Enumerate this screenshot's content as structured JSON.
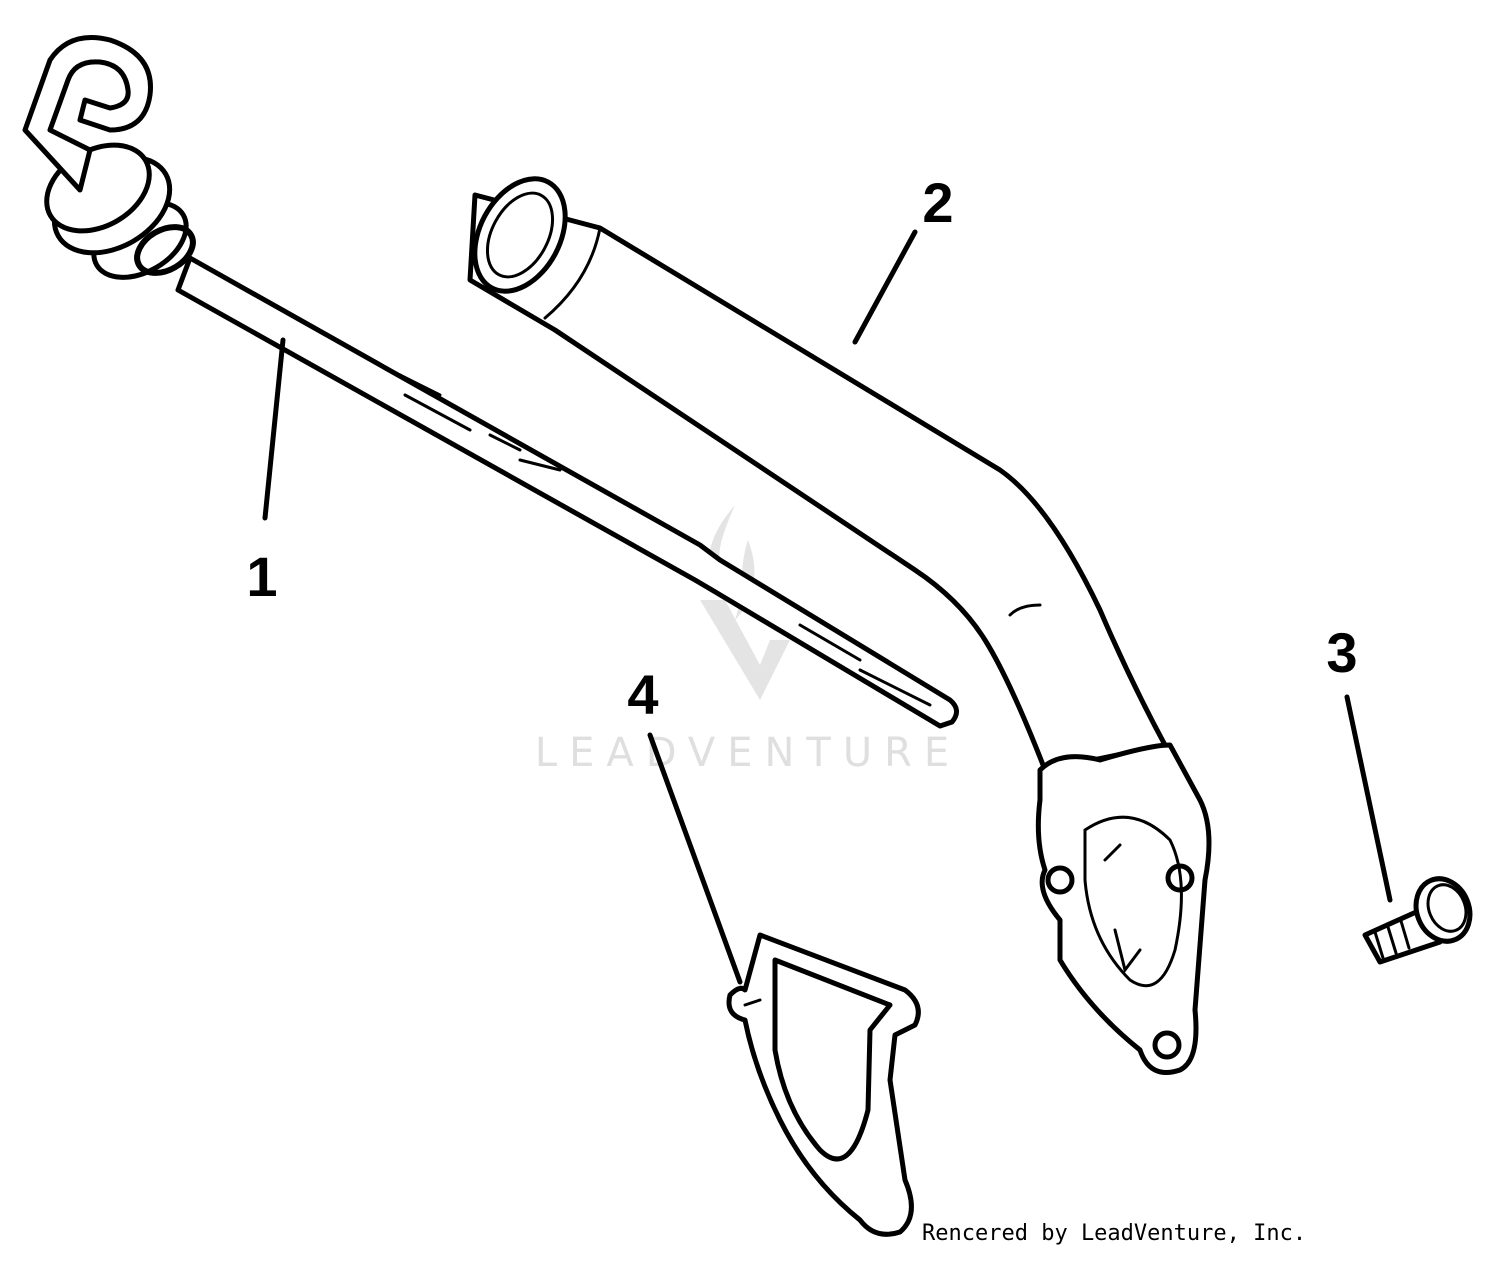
{
  "watermark": {
    "text": "LEADVENTURE"
  },
  "callouts": [
    {
      "id": "1",
      "label": "1"
    },
    {
      "id": "2",
      "label": "2"
    },
    {
      "id": "3",
      "label": "3"
    },
    {
      "id": "4",
      "label": "4"
    }
  ],
  "credit": "Rencered by LeadVenture, Inc."
}
